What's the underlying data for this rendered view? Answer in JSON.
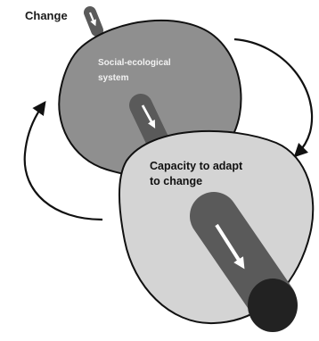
{
  "diagram": {
    "change_label": "Change",
    "upper_blob": {
      "label_lines": [
        "Social-ecological",
        "system"
      ]
    },
    "lower_blob": {
      "label_lines": [
        "Capacity to adapt",
        "to change"
      ]
    },
    "colors": {
      "upper_blob_fill": "#8f8f8f",
      "lower_blob_fill": "#d4d4d4",
      "outline": "#111111",
      "pipe": "#5a5a5a",
      "pipe_dark": "#3a3a3a",
      "pipe_end": "#222222",
      "arrow_inside": "#ffffff",
      "cycle_arrows": "#111111"
    }
  }
}
